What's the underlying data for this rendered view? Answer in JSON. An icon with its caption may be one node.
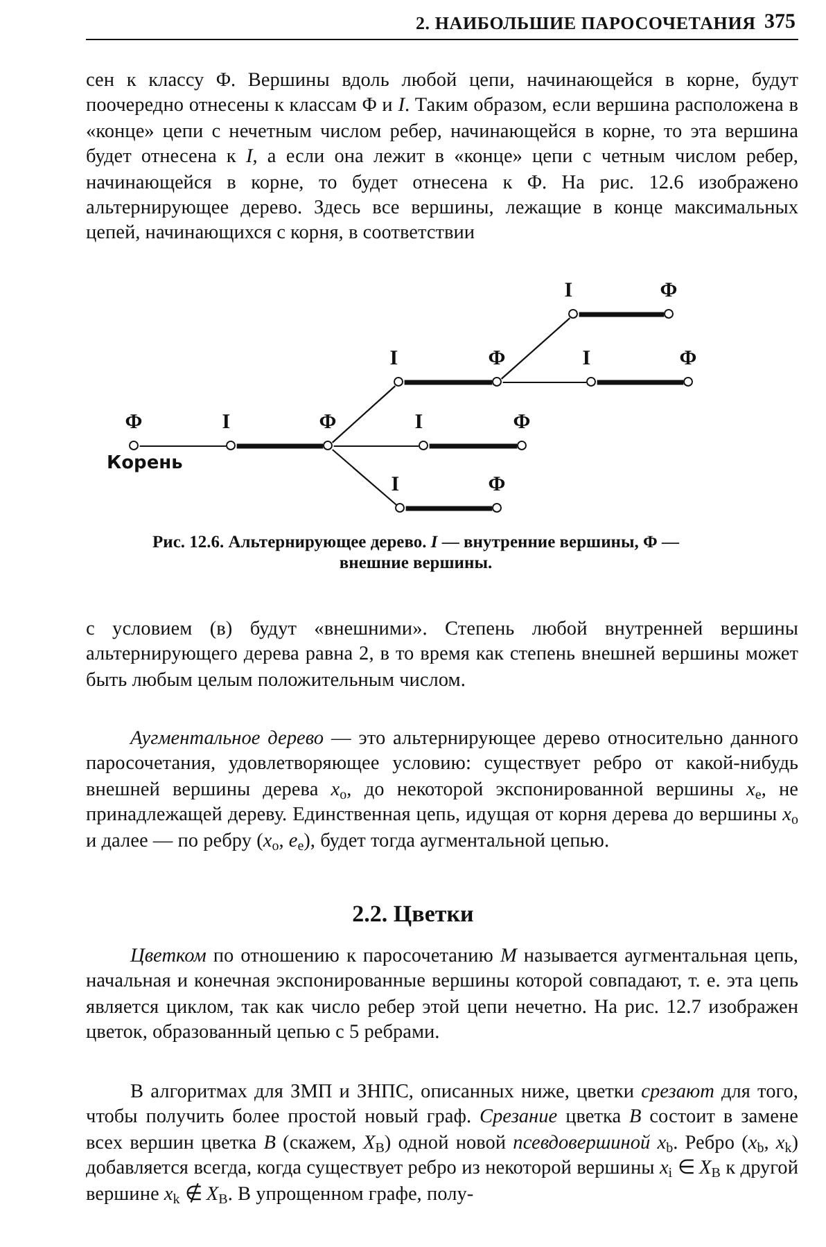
{
  "diagram": {
    "caption": "Рис. 12.6. Альтернирующее дерево. *I* — внутренние вершины, Φ — внешние вершины.",
    "nodes": [
      {
        "text": [
          "Φ"
        ],
        "beside": [
          "Корень"
        ]
      },
      {
        "text": [
          "I"
        ]
      },
      {
        "text": [
          "Φ"
        ]
      },
      {
        "text": [
          "I"
        ]
      },
      {
        "text": [
          "Φ"
        ]
      },
      {
        "text": [
          "I"
        ]
      },
      {
        "text": [
          "Φ"
        ]
      },
      {
        "text": [
          "I"
        ]
      },
      {
        "text": [
          "Φ"
        ]
      },
      {
        "text": [
          "I"
        ]
      },
      {
        "text": [
          "Φ"
        ]
      },
      {
        "text": [
          "I"
        ]
      },
      {
        "text": [
          "Φ"
        ]
      }
    ],
    "edges": [
      {
        "from": 0,
        "to": 1,
        "arrow": "none"
      },
      {
        "from": 1,
        "to": 2,
        "arrow": "none",
        "style": "thick"
      },
      {
        "from": 2,
        "to": 3,
        "arrow": "none"
      },
      {
        "from": 3,
        "to": 4,
        "arrow": "none",
        "style": "thick"
      },
      {
        "from": 4,
        "to": 5,
        "arrow": "none"
      },
      {
        "from": 5,
        "to": 6,
        "arrow": "none",
        "style": "thick"
      },
      {
        "from": 4,
        "to": 7,
        "arrow": "none"
      },
      {
        "from": 7,
        "to": 8,
        "arrow": "none",
        "style": "thick"
      },
      {
        "from": 2,
        "to": 9,
        "arrow": "none"
      },
      {
        "from": 9,
        "to": 10,
        "arrow": "none",
        "style": "thick"
      },
      {
        "from": 2,
        "to": 11,
        "arrow": "none"
      },
      {
        "from": 11,
        "to": 12,
        "arrow": "none",
        "style": "thick"
      }
    ],
    "labels": [
      "2. НАИБОЛЬШИЕ ПАРОСОЧЕТАНИЯ",
      "375",
      "сен к классу Φ. Вершины вдоль любой цепи, начинающейся в корне, будут поочередно отнесены к классам Φ и *I*. Таким образом, если вершина расположена в «конце» цепи с нечетным числом ребер, начинающейся в корне, то эта вершина будет отнесена к *I*, а если она лежит в «конце» цепи с четным числом ребер, начинающейся в корне, то будет отнесена к Φ. На рис. 12.6 изображено альтернирующее дерево. Здесь все вершины, лежащие в конце максимальных цепей, начинающихся с корня, в соответствии",
      "с условием (в) будут «внешними». Степень любой внутренней вершины альтернирующего дерева равна 2, в то время как степень внешней вершины может быть любым целым положительным числом.",
      "*Аугментальное дерево* — это альтернирующее дерево относительно данного паросочетания, удовлетворяющее условию: существует ребро от какой-нибудь внешней вершины дерева *x*$_{o}$, до некоторой экспонированной вершины *x*$_{e}$, не принадлежащей дереву. Единственная цепь, идущая от корня дерева до вершины *x*$_{o}$ и далее — по ребру (*x*$_{o}$, *e*$_{e}$), будет тогда аугментальной цепью.",
      "2.2. Цветки",
      "*Цветком* по отношению к паросочетанию *M* называется аугментальная цепь, начальная и конечная экспонированные вершины которой совпадают, т. е. эта цепь является циклом, так как число ребер этой цепи нечетно. На рис. 12.7 изображен цветок, образованный цепью с 5 ребрами.",
      "В алгоритмах для ЗМП и ЗНПС, описанных ниже, цветки *срезают* для того, чтобы получить более простой новый граф. *Срезание* цветка *B* состоит в замене всех вершин цветка *B* (скажем, *X*$_{B}$) одной новой *псевдовершиной* *x*$_{b}$. Ребро (*x*$_{b}$, *x*$_{k}$) добавляется всегда, когда существует ребро из некоторой вершины *x*$_{i}$ ∈ *X*$_{B}$ к другой вершине *x*$_{k}$ ∉ *X*$_{B}$. В упрощенном графе, полу-"
    ]
  }
}
